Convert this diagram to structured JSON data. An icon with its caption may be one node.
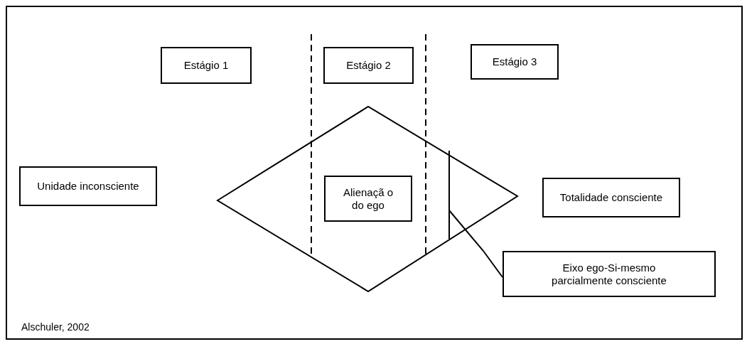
{
  "diagram": {
    "nodes": [
      {
        "text": [
          "Estágio 1"
        ]
      },
      {
        "text": [
          "Estágio 2"
        ]
      },
      {
        "text": [
          "Estágio 3"
        ]
      },
      {
        "text": [
          "Unidade inconsciente"
        ]
      },
      {
        "text": [],
        "shape": "diamond"
      },
      {
        "text": [
          "Alienaçã o do ego"
        ],
        "in": 4
      },
      {
        "text": [],
        "shape": "bar",
        "in": 4
      },
      {
        "text": [
          "Totalidade consciente"
        ]
      },
      {
        "text": [
          "Eixo ego-Si-mesmo parcialmente consciente"
        ]
      }
    ],
    "edges": [
      {
        "from": 8,
        "to": 6,
        "arrow": "none"
      }
    ],
    "labels": [
      "Alschuler, 2002"
    ]
  }
}
